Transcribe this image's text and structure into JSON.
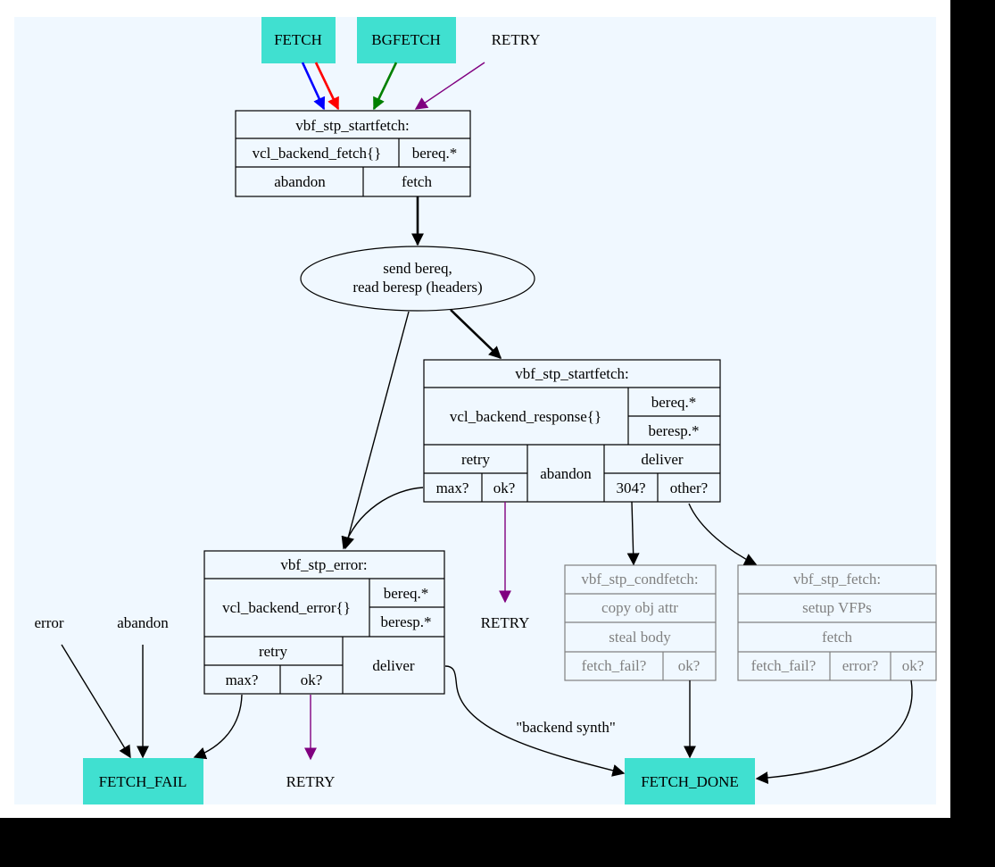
{
  "terminals": {
    "fetch": "FETCH",
    "bgfetch": "BGFETCH",
    "retry_top": "RETRY",
    "fetch_fail": "FETCH_FAIL",
    "fetch_done": "FETCH_DONE",
    "retry_mid": "RETRY",
    "retry_bottom": "RETRY",
    "error": "error",
    "abandon": "abandon"
  },
  "startfetch": {
    "title": "vbf_stp_startfetch:",
    "sub": "vcl_backend_fetch{}",
    "var": "bereq.*",
    "action_abandon": "abandon",
    "action_fetch": "fetch"
  },
  "send": {
    "line1": "send bereq,",
    "line2": "read beresp (headers)"
  },
  "response": {
    "title": "vbf_stp_startfetch:",
    "sub": "vcl_backend_response{}",
    "var1": "bereq.*",
    "var2": "beresp.*",
    "retry": "retry",
    "max": "max?",
    "ok": "ok?",
    "abandon": "abandon",
    "deliver": "deliver",
    "c304": "304?",
    "other": "other?"
  },
  "error_node": {
    "title": "vbf_stp_error:",
    "sub": "vcl_backend_error{}",
    "var1": "bereq.*",
    "var2": "beresp.*",
    "retry": "retry",
    "max": "max?",
    "ok": "ok?",
    "deliver": "deliver"
  },
  "condfetch": {
    "title": "vbf_stp_condfetch:",
    "row1": "copy obj attr",
    "row2": "steal body",
    "fail": "fetch_fail?",
    "ok": "ok?"
  },
  "fetch_node": {
    "title": "vbf_stp_fetch:",
    "row1": "setup VFPs",
    "row2": "fetch",
    "fail": "fetch_fail?",
    "error": "error?",
    "ok": "ok?"
  },
  "edge_labels": {
    "synth": "\"backend synth\""
  },
  "colors": {
    "terminal": "#40e0d0",
    "panel": "#f0f8ff",
    "edge_blue": "#0000ff",
    "edge_red": "#ff0000",
    "edge_green": "#008000",
    "edge_purple": "#800080",
    "grey": "#808080"
  }
}
